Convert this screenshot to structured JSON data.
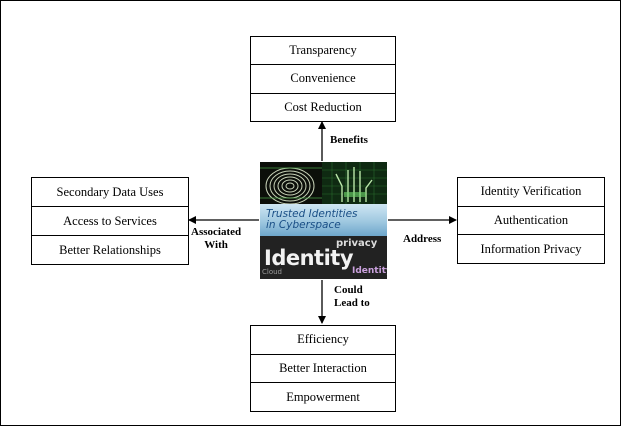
{
  "diagram": {
    "benefits_box": [
      "Transparency",
      "Convenience",
      "Cost Reduction"
    ],
    "associated_box": [
      "Secondary Data Uses",
      "Access to Services",
      "Better Relationships"
    ],
    "address_box": [
      "Identity Verification",
      "Authentication",
      "Information Privacy"
    ],
    "lead_box": [
      "Efficiency",
      "Better Interaction",
      "Empowerment"
    ],
    "labels": {
      "benefits": "Benefits",
      "associated": [
        "Associated",
        "With"
      ],
      "address": "Address",
      "could_lead": [
        "Could",
        "Lead to"
      ]
    },
    "center_image": {
      "banner_text": [
        "Trusted Identities",
        "in Cyberspace"
      ],
      "word_cloud": [
        "privacy",
        "Identity",
        "Cloud",
        "Identity"
      ]
    }
  }
}
